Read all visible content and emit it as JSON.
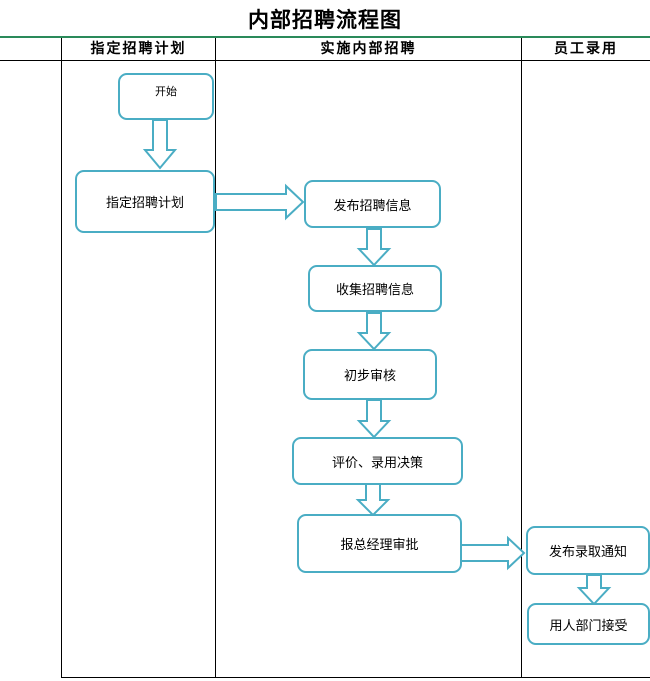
{
  "title": "内部招聘流程图",
  "columns": [
    {
      "label": ""
    },
    {
      "label": "指定招聘计划"
    },
    {
      "label": "实施内部招聘"
    },
    {
      "label": "员工录用"
    }
  ],
  "nodes": {
    "start": "开始",
    "plan": "指定招聘计划",
    "publish": "发布招聘信息",
    "collect": "收集招聘信息",
    "review": "初步审核",
    "evaluate": "评价、录用决策",
    "approve": "报总经理审批",
    "notice": "发布录取通知",
    "accept": "用人部门接受"
  },
  "colors": {
    "box_border": "#4aadc4",
    "header_rule": "#2a8a5a"
  }
}
